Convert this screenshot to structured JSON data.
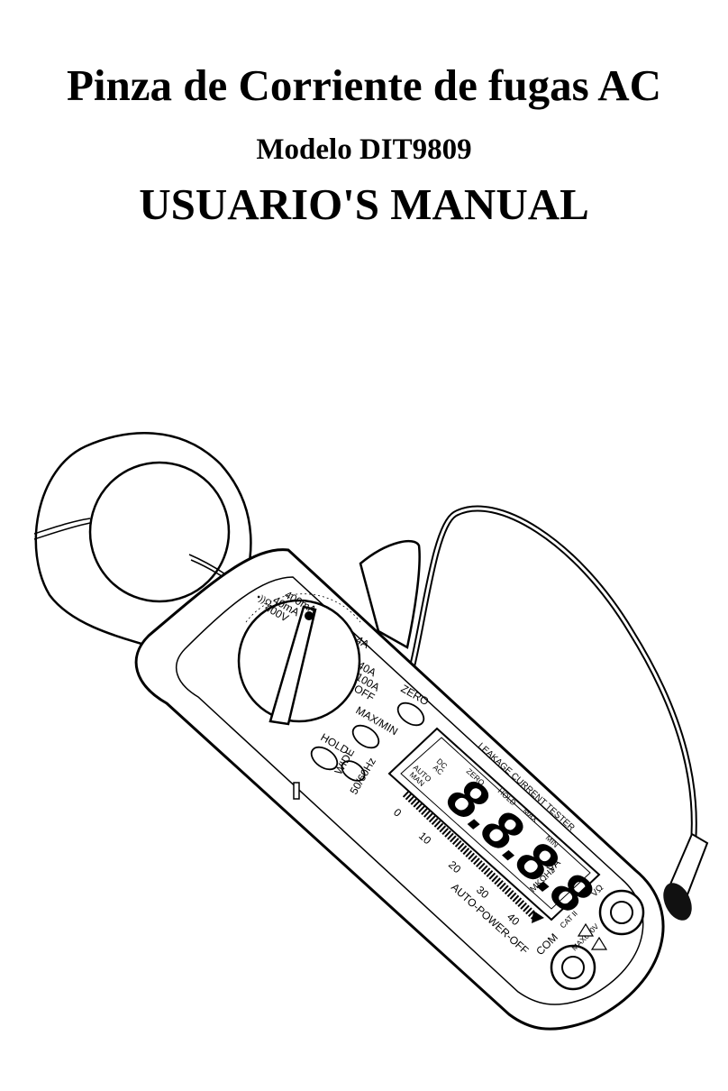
{
  "cover": {
    "title": "Pinza de Corriente de fugas AC",
    "model": "Modelo DIT9809",
    "manual": "USUARIO'S MANUAL"
  },
  "device": {
    "dial_ranges": [
      "400mA",
      "40mA",
      "400V",
      "•))Ω",
      "4A",
      "40A",
      "100A",
      "OFF"
    ],
    "buttons": {
      "zero": "ZERO",
      "maxmin": "MAX/MIN",
      "hold": "HOLD"
    },
    "wide": {
      "label": "WIDE",
      "filter": "50/60Hz"
    },
    "lcd": {
      "header": "LEAKAGE CURRENT TESTER",
      "indicators": [
        "DC",
        "AC",
        "AUTO",
        "MAN",
        "ZERO",
        "HOLD",
        "MAX",
        "MIN"
      ],
      "digits": "8.8.8.8",
      "units": [
        "VA",
        "MKΩHz"
      ],
      "bar_scale": [
        "0",
        "10",
        "20",
        "30",
        "40"
      ]
    },
    "bottom_label": "AUTO-POWER-OFF",
    "terminals": {
      "com": "COM",
      "vohm": "VΩ",
      "cat": "CAT II",
      "max": "MAX600V"
    }
  },
  "colors": {
    "line": "#000000",
    "paper": "#ffffff"
  }
}
